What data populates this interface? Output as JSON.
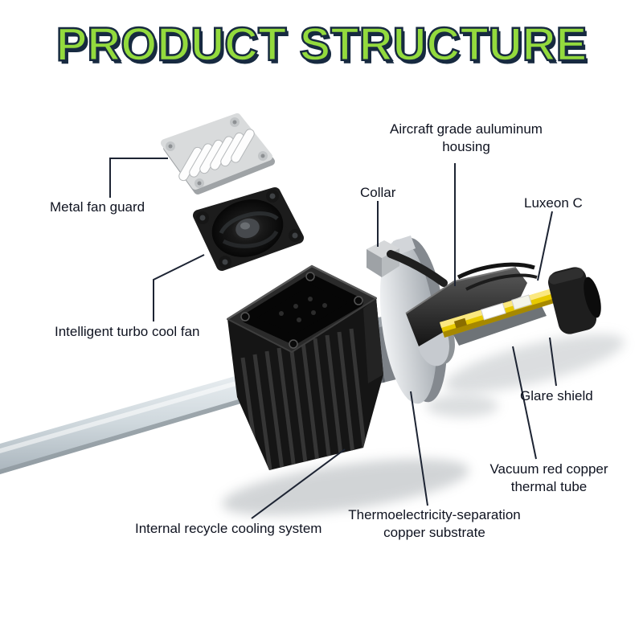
{
  "title": "PRODUCT STRUCTURE",
  "labels": {
    "metal_fan_guard": "Metal fan guard",
    "turbo_cool_fan": "Intelligent turbo cool fan",
    "collar": "Collar",
    "aluminum_housing": "Aircraft grade auluminum\nhousing",
    "luxeon": "Luxeon C",
    "glare_shield": "Glare shield",
    "thermal_tube": "Vacuum red copper\nthermal tube",
    "copper_substrate": "Thermoelectricity-separation\ncopper substrate",
    "cooling_system": "Internal recycle cooling system"
  },
  "colors": {
    "title_fill": "#93da3d",
    "title_outline": "#172a40",
    "label_text": "#0f1320",
    "callout_line": "#1d2433",
    "pcb_yellow": "#e8c900"
  }
}
